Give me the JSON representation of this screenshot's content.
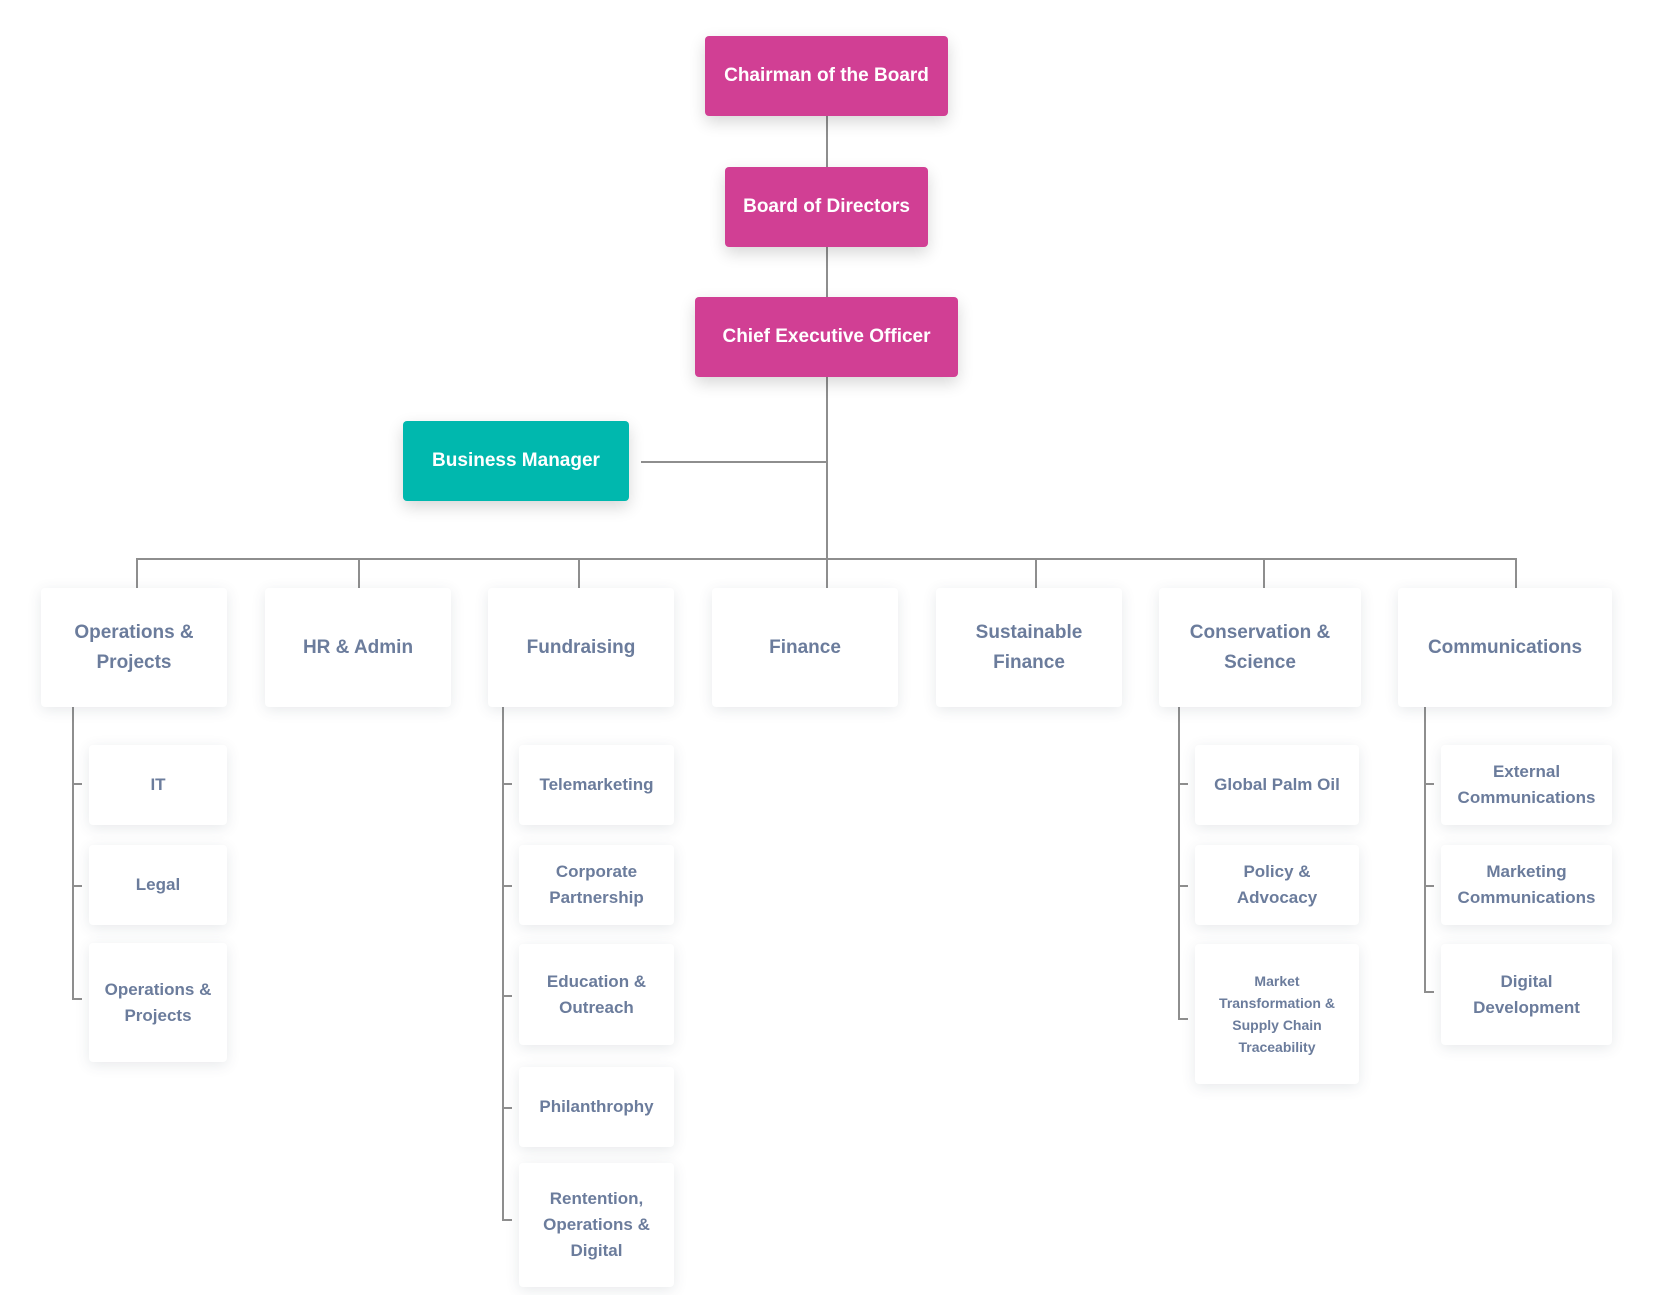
{
  "org_chart": {
    "chairman": "Chairman of the Board",
    "board": "Board of Directors",
    "ceo": "Chief Executive Officer",
    "business_manager": "Business Manager",
    "departments": [
      {
        "label": "Operations & Projects",
        "children": [
          "IT",
          "Legal",
          "Operations & Projects"
        ]
      },
      {
        "label": "HR & Admin",
        "children": []
      },
      {
        "label": "Fundraising",
        "children": [
          "Telemarketing",
          "Corporate Partnership",
          "Education & Outreach",
          "Philanthrophy",
          "Rentention, Operations & Digital"
        ]
      },
      {
        "label": "Finance",
        "children": []
      },
      {
        "label": "Sustainable Finance",
        "children": []
      },
      {
        "label": "Conservation & Science",
        "children": [
          "Global Palm Oil",
          "Policy & Advocacy",
          "Market Transformation & Supply Chain Traceability"
        ]
      },
      {
        "label": "Communications",
        "children": [
          "External Communications",
          "Marketing Communications",
          "Digital Development"
        ]
      }
    ]
  },
  "colors": {
    "executive": "#d13f94",
    "business_manager": "#00b8ae",
    "department_text": "#6b7c9c",
    "connector": "#8e8e8e"
  }
}
